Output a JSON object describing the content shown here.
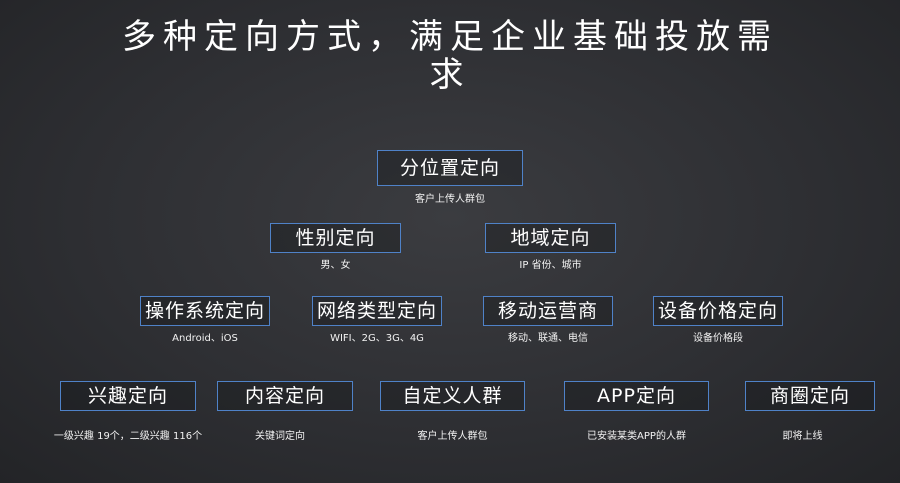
{
  "title_line1": "多种定向方式，满足企业基础投放需",
  "title_line2": "求",
  "nodes": [
    {
      "label": "分位置定向",
      "desc": "客户上传人群包"
    },
    {
      "label": "性别定向",
      "desc": "男、女"
    },
    {
      "label": "地域定向",
      "desc": "IP 省份、城市"
    },
    {
      "label": "操作系统定向",
      "desc": "Android、iOS"
    },
    {
      "label": "网络类型定向",
      "desc": "WIFI、2G、3G、4G"
    },
    {
      "label": "移动运营商",
      "desc": "移动、联通、电信"
    },
    {
      "label": "设备价格定向",
      "desc": "设备价格段"
    },
    {
      "label": "兴趣定向",
      "desc": "一级兴趣 19个，二级兴趣 116个"
    },
    {
      "label": "内容定向",
      "desc": "关键词定向"
    },
    {
      "label": "自定义人群",
      "desc": "客户上传人群包"
    },
    {
      "label": "APP定向",
      "desc": "已安装某类APP的人群"
    },
    {
      "label": "商圈定向",
      "desc": "即将上线"
    }
  ]
}
